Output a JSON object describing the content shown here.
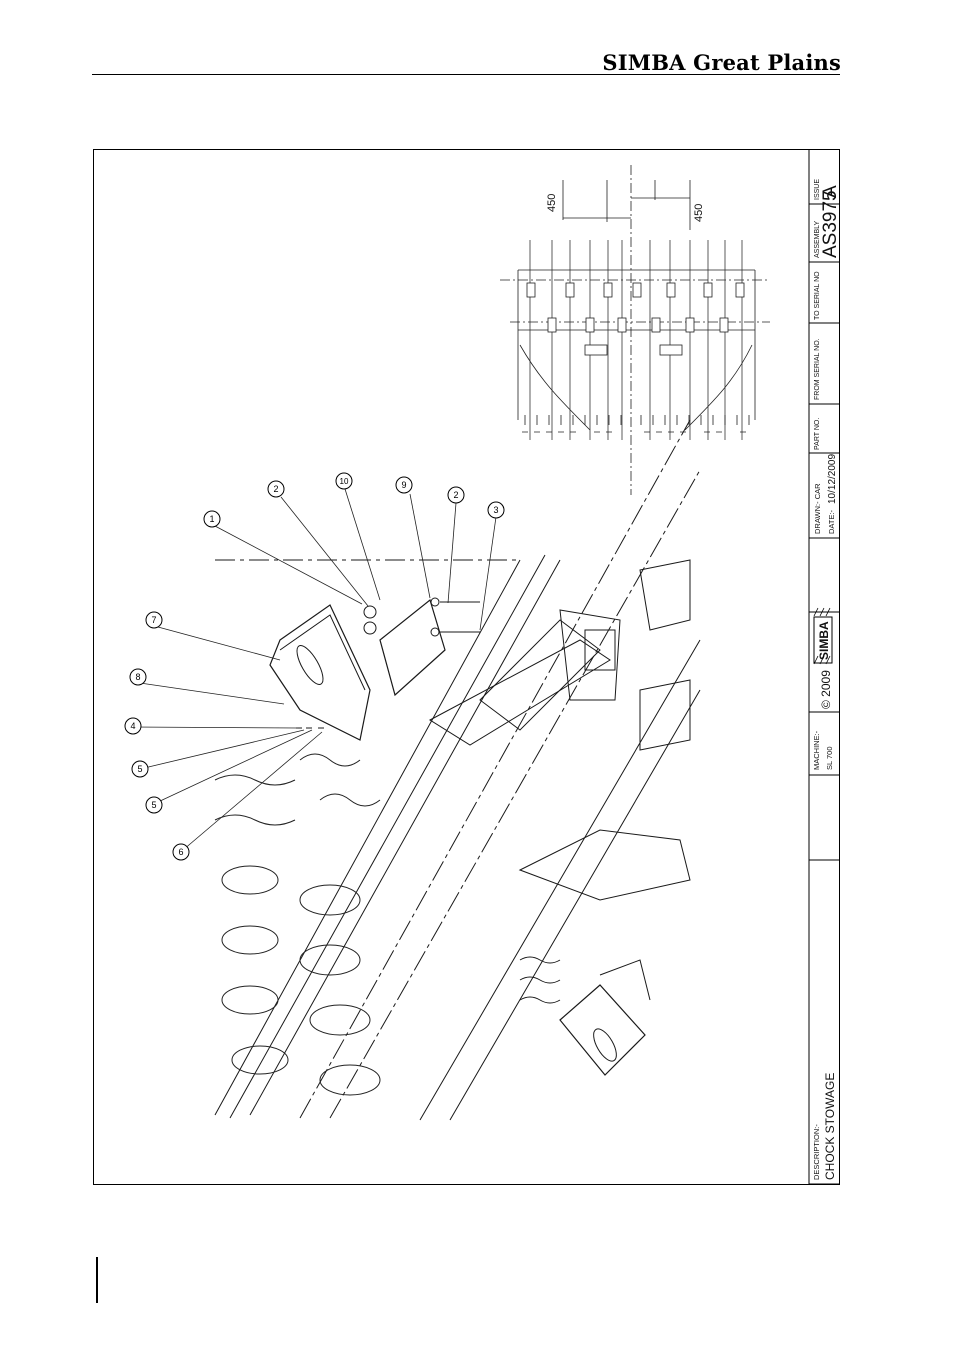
{
  "header": {
    "brand": "SIMBA Great Plains"
  },
  "title_block": {
    "issue_label": "ISSUE",
    "issue_value": "A",
    "assembly_label": "ASSEMBLY",
    "assembly_value": "AS3975",
    "to_serial_label": "TO SERIAL NO",
    "from_serial_label": "FROM SERIAL NO.",
    "part_no_label": "PART NO.",
    "drawn_label": "DRAWN:- CAR",
    "date_label": "DATE:-",
    "date_value": "10/12/2009",
    "logo_text": "SIMBA",
    "copyright": "© 2009",
    "machine_label": "MACHINE:-",
    "machine_value": "SL 700",
    "description_label": "DESCRIPTION:-",
    "description_value": "CHOCK STOWAGE"
  },
  "dimensions": {
    "upper": "450",
    "lower": "450"
  },
  "balloons": [
    "1",
    "2",
    "10",
    "9",
    "2",
    "3",
    "7",
    "8",
    "4",
    "5",
    "5",
    "6"
  ]
}
